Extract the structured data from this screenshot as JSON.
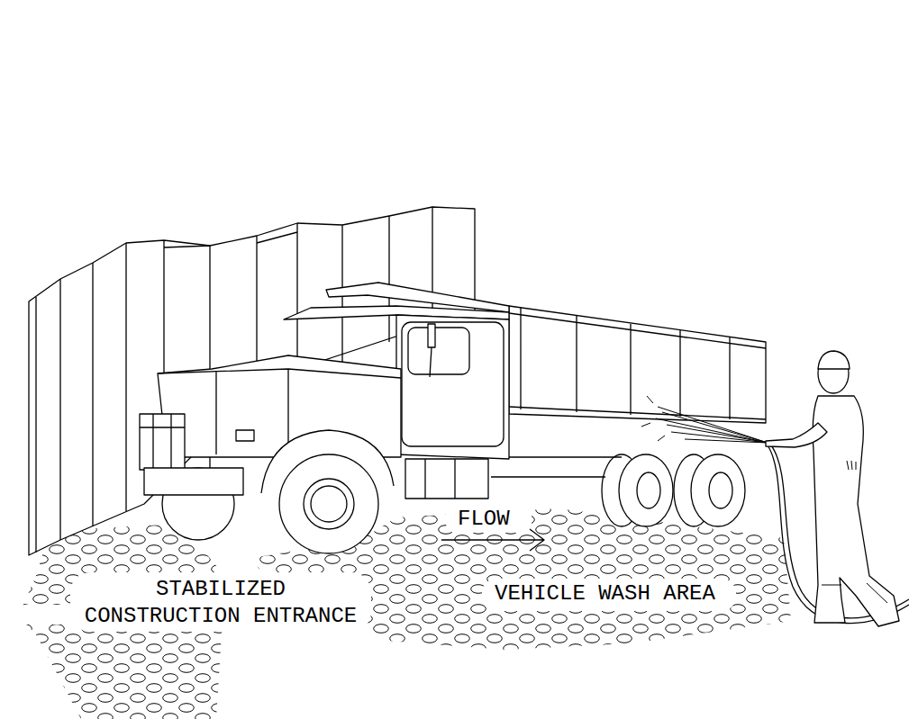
{
  "diagram": {
    "labels": [
      "FLOW",
      "STABILIZED CONSTRUCTION ENTRANCE",
      "VEHICLE WASH AREA"
    ]
  }
}
